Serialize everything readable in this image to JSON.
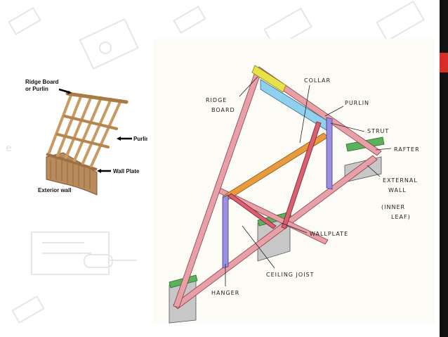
{
  "left_figure": {
    "ridge_board_line1": "Ridge Board",
    "ridge_board_line2": "or Purlin",
    "purlin": "Purlin",
    "wall_plate": "Wall Plate",
    "exterior_wall": "Exterior wall"
  },
  "right_figure": {
    "ridge_board_line1": "RIDGE",
    "ridge_board_line2": "BOARD",
    "collar": "COLLAR",
    "purlin": "PURLIN",
    "strut": "STRUT",
    "rafter": "RAFTER",
    "external_wall_line1": "EXTERNAL",
    "external_wall_line2": "WALL",
    "external_wall_line3": "(INNER",
    "external_wall_line4": "LEAF)",
    "wallplate": "WALLPLATE",
    "ceiling_joist": "CEILING JOIST",
    "hanger": "HANGER"
  },
  "colors": {
    "sidebar": "#111111",
    "accent": "#d62d27",
    "rafter": "#e8a0a8",
    "collar": "#e89a3c",
    "purlin": "#8fd0ee",
    "ridge": "#e8e24a",
    "hanger": "#9a8fe0",
    "wall": "#b8b8b8",
    "wallplate": "#5ab25a"
  }
}
